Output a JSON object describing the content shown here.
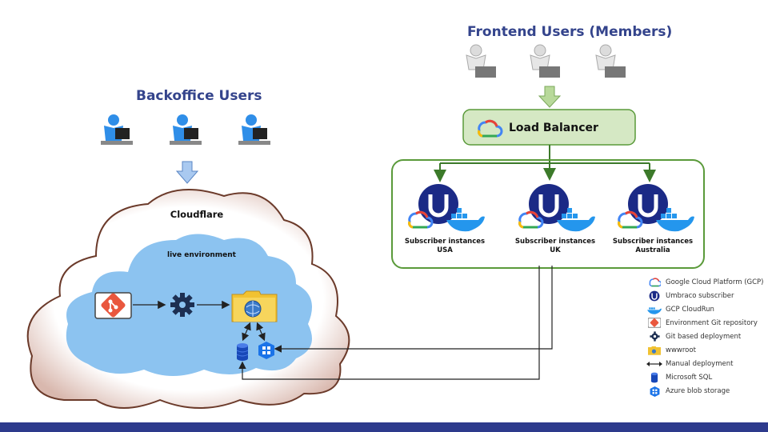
{
  "titles": {
    "frontend": "Frontend Users (Members)",
    "backoffice": "Backoffice Users"
  },
  "load_balancer": {
    "label": "Load Balancer"
  },
  "cloud": {
    "title": "Cloudflare",
    "environment": "live environment"
  },
  "instances": [
    {
      "line1": "Subscriber instances",
      "line2": "USA"
    },
    {
      "line1": "Subscriber instances",
      "line2": "UK"
    },
    {
      "line1": "Subscriber instances",
      "line2": "Australia"
    }
  ],
  "legend": [
    {
      "icon": "gcp-icon",
      "text": "Google Cloud Platform (GCP)"
    },
    {
      "icon": "umbraco-icon",
      "text": "Umbraco subscriber"
    },
    {
      "icon": "docker-icon",
      "text": "GCP CloudRun"
    },
    {
      "icon": "git-icon",
      "text": "Environment Git repository"
    },
    {
      "icon": "gear-icon",
      "text": "Git based deployment"
    },
    {
      "icon": "folder-icon",
      "text": "wwwroot"
    },
    {
      "icon": "double-arrow-icon",
      "text": "Manual deployment"
    },
    {
      "icon": "database-icon",
      "text": "Microsoft SQL"
    },
    {
      "icon": "blob-storage-icon",
      "text": "Azure blob storage"
    }
  ],
  "colors": {
    "title": "#34448c",
    "green_border": "#5a9a3a",
    "lb_fill": "#d5e8c4",
    "cloud_inner": "#8cc3f0",
    "cloud_outer": "#7a4a3a",
    "umbraco": "#1b2a86",
    "footer": "#2d3a8c"
  }
}
